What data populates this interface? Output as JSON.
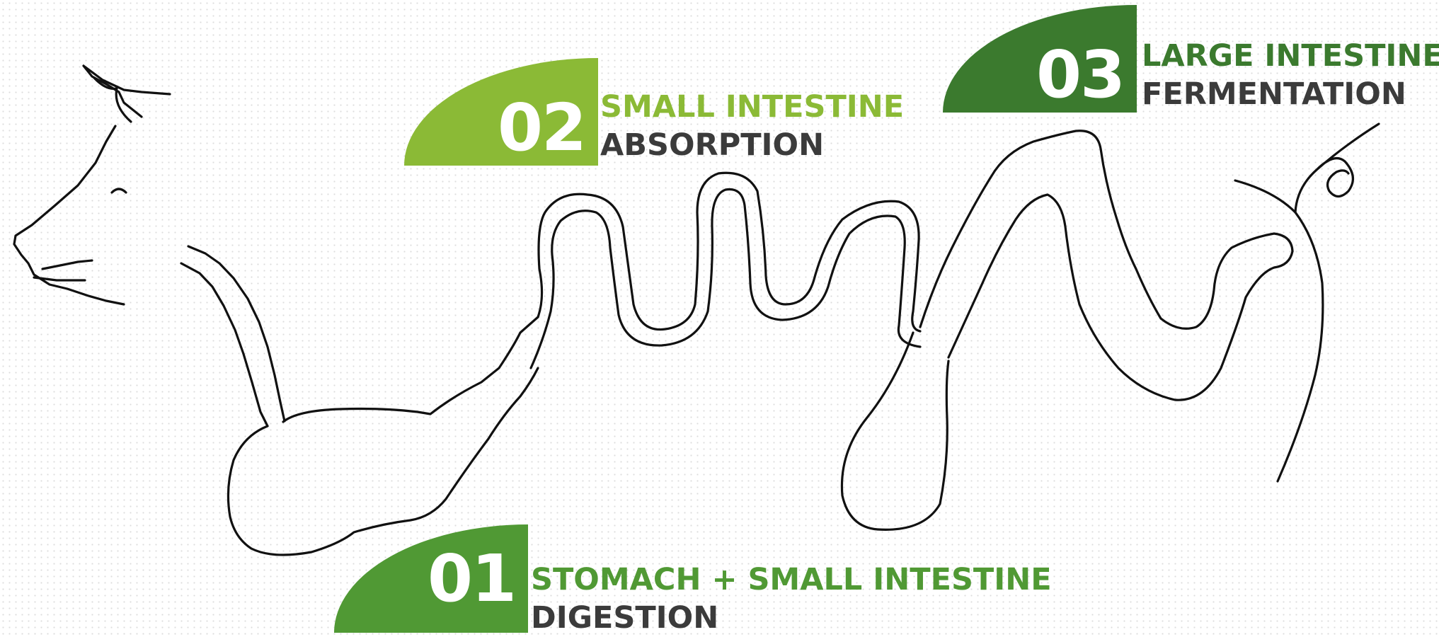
{
  "colors": {
    "step_01": "#509934",
    "step_02": "#8bba36",
    "step_03": "#3b7a2e",
    "subtitle_text": "#3b3b3b",
    "drawing_line": "#111111"
  },
  "illustration": {
    "subject": "pig-digestive-tract-line-drawing"
  },
  "steps": [
    {
      "number": "01",
      "title": "STOMACH + SMALL INTESTINE",
      "subtitle": "DIGESTION"
    },
    {
      "number": "02",
      "title": "SMALL INTESTINE",
      "subtitle": "ABSORPTION"
    },
    {
      "number": "03",
      "title": "LARGE INTESTINE",
      "subtitle": "FERMENTATION"
    }
  ]
}
